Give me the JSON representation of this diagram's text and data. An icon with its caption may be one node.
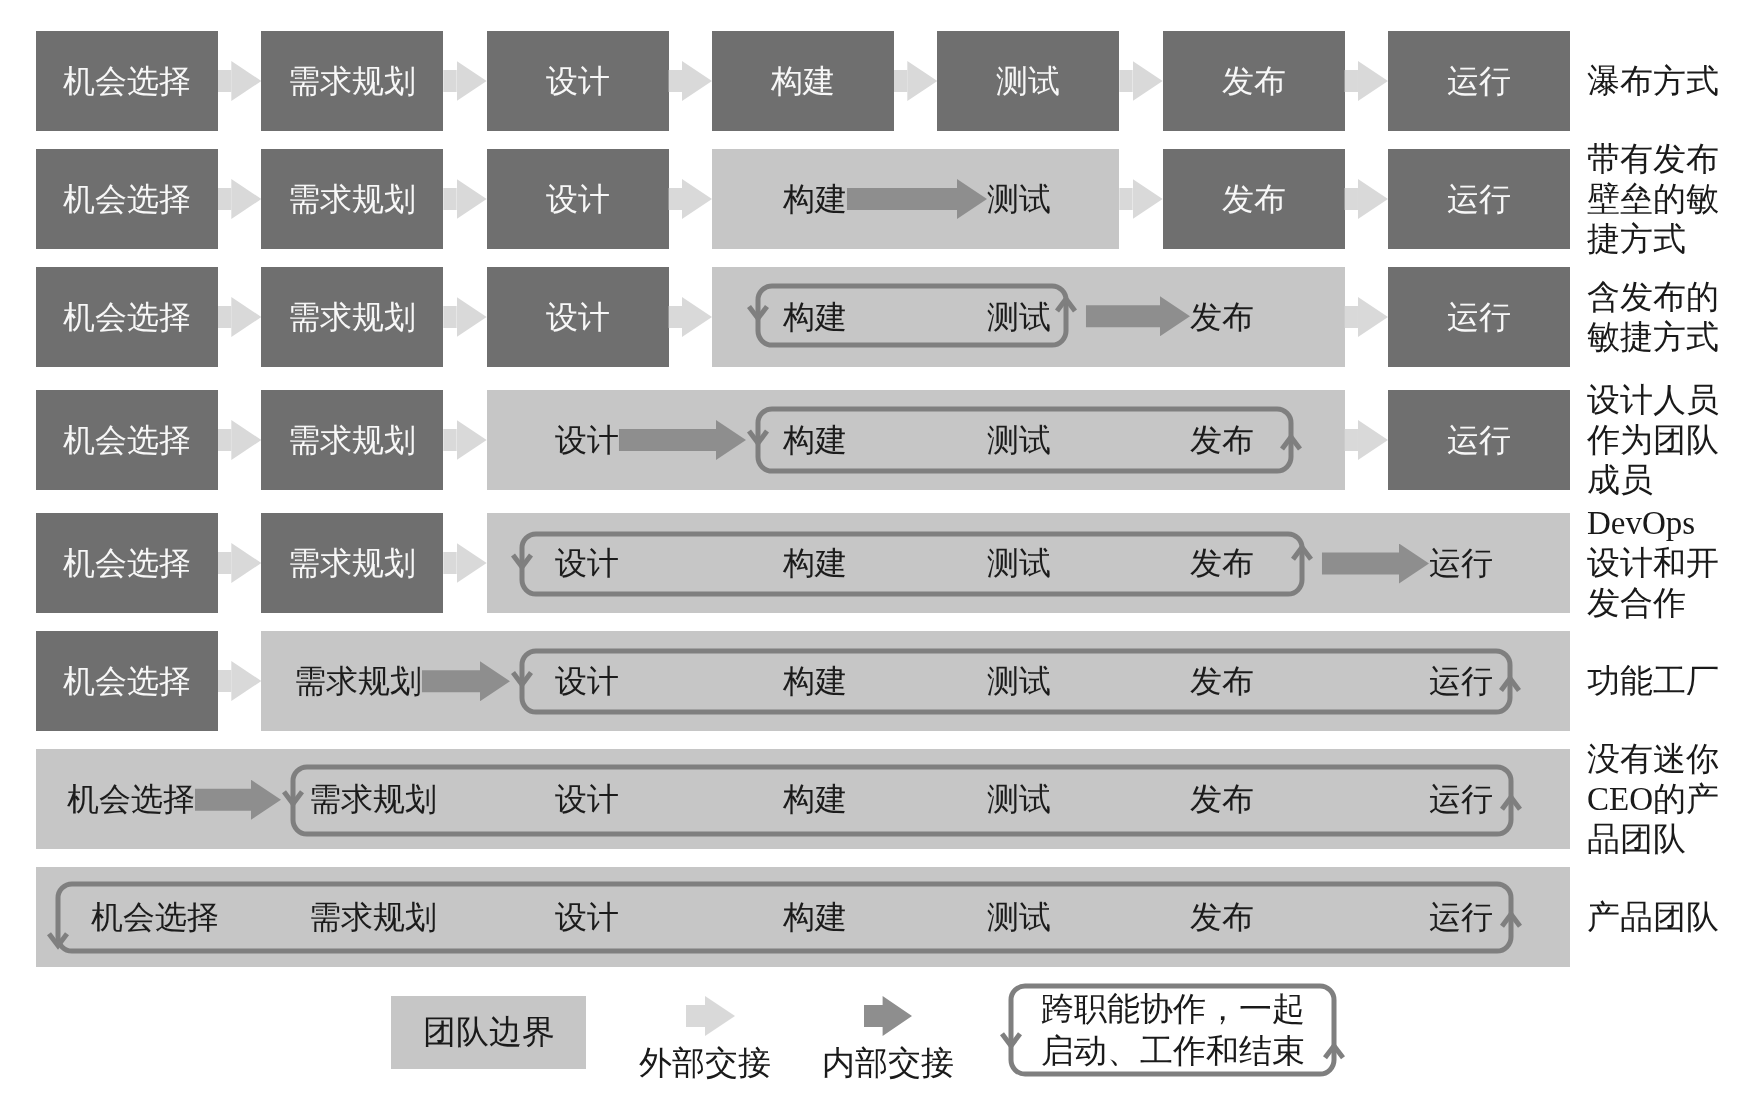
{
  "diagram": {
    "nodes": [
      {
        "text": [
          "机会选择"
        ]
      },
      {
        "text": [
          "需求规划"
        ]
      },
      {
        "text": [
          "设计"
        ]
      },
      {
        "text": [
          "构建"
        ]
      },
      {
        "text": [
          "测试"
        ]
      },
      {
        "text": [
          "发布"
        ]
      },
      {
        "text": [
          "运行"
        ]
      },
      {
        "text": [
          "机会选择"
        ]
      },
      {
        "text": [
          "需求规划"
        ]
      },
      {
        "text": [
          "设计"
        ]
      },
      {
        "text": [],
        "shape": "band"
      },
      {
        "text": [
          "构建"
        ],
        "in": 10
      },
      {
        "text": [
          "测试"
        ],
        "in": 10
      },
      {
        "text": [
          "发布"
        ]
      },
      {
        "text": [
          "运行"
        ]
      },
      {
        "text": [
          "机会选择"
        ]
      },
      {
        "text": [
          "需求规划"
        ]
      },
      {
        "text": [
          "设计"
        ]
      },
      {
        "text": [],
        "shape": "band"
      },
      {
        "text": [],
        "shape": "loop",
        "in": 18
      },
      {
        "text": [
          "构建"
        ],
        "in": 19
      },
      {
        "text": [
          "测试"
        ],
        "in": 19
      },
      {
        "text": [
          "发布"
        ],
        "in": 18
      },
      {
        "text": [
          "运行"
        ]
      },
      {
        "text": [
          "机会选择"
        ]
      },
      {
        "text": [
          "需求规划"
        ]
      },
      {
        "text": [],
        "shape": "band"
      },
      {
        "text": [
          "设计"
        ],
        "in": 26
      },
      {
        "text": [],
        "shape": "loop",
        "in": 26
      },
      {
        "text": [
          "构建"
        ],
        "in": 28
      },
      {
        "text": [
          "测试"
        ],
        "in": 28
      },
      {
        "text": [
          "发布"
        ],
        "in": 28
      },
      {
        "text": [
          "运行"
        ]
      },
      {
        "text": [
          "机会选择"
        ]
      },
      {
        "text": [
          "需求规划"
        ]
      },
      {
        "text": [],
        "shape": "band"
      },
      {
        "text": [],
        "shape": "loop",
        "in": 35
      },
      {
        "text": [
          "设计"
        ],
        "in": 36
      },
      {
        "text": [
          "构建"
        ],
        "in": 36
      },
      {
        "text": [
          "测试"
        ],
        "in": 36
      },
      {
        "text": [
          "发布"
        ],
        "in": 36
      },
      {
        "text": [
          "运行"
        ],
        "in": 35
      },
      {
        "text": [
          "机会选择"
        ]
      },
      {
        "text": [],
        "shape": "band"
      },
      {
        "text": [
          "需求规划"
        ],
        "in": 43
      },
      {
        "text": [],
        "shape": "loop",
        "in": 43
      },
      {
        "text": [
          "设计"
        ],
        "in": 45
      },
      {
        "text": [
          "构建"
        ],
        "in": 45
      },
      {
        "text": [
          "测试"
        ],
        "in": 45
      },
      {
        "text": [
          "发布"
        ],
        "in": 45
      },
      {
        "text": [
          "运行"
        ],
        "in": 45
      },
      {
        "text": [],
        "shape": "band"
      },
      {
        "text": [
          "机会选择"
        ],
        "in": 51
      },
      {
        "text": [],
        "shape": "loop",
        "in": 51
      },
      {
        "text": [
          "需求规划"
        ],
        "in": 53
      },
      {
        "text": [
          "设计"
        ],
        "in": 53
      },
      {
        "text": [
          "构建"
        ],
        "in": 53
      },
      {
        "text": [
          "测试"
        ],
        "in": 53
      },
      {
        "text": [
          "发布"
        ],
        "in": 53
      },
      {
        "text": [
          "运行"
        ],
        "in": 53
      },
      {
        "text": [],
        "shape": "band"
      },
      {
        "text": [],
        "shape": "loop",
        "in": 60
      },
      {
        "text": [
          "机会选择"
        ],
        "in": 61
      },
      {
        "text": [
          "需求规划"
        ],
        "in": 61
      },
      {
        "text": [
          "设计"
        ],
        "in": 61
      },
      {
        "text": [
          "构建"
        ],
        "in": 61
      },
      {
        "text": [
          "测试"
        ],
        "in": 61
      },
      {
        "text": [
          "发布"
        ],
        "in": 61
      },
      {
        "text": [
          "运行"
        ],
        "in": 61
      }
    ],
    "edges": [
      {
        "from": 0,
        "to": 1,
        "arrow": "to"
      },
      {
        "from": 1,
        "to": 2,
        "arrow": "to"
      },
      {
        "from": 2,
        "to": 3,
        "arrow": "to"
      },
      {
        "from": 3,
        "to": 4,
        "arrow": "to"
      },
      {
        "from": 4,
        "to": 5,
        "arrow": "to"
      },
      {
        "from": 5,
        "to": 6,
        "arrow": "to"
      },
      {
        "from": 7,
        "to": 8,
        "arrow": "to"
      },
      {
        "from": 8,
        "to": 9,
        "arrow": "to"
      },
      {
        "from": 9,
        "to": 10,
        "arrow": "to"
      },
      {
        "from": 11,
        "to": 12,
        "arrow": "to",
        "color": "#8e8e8e"
      },
      {
        "from": 10,
        "to": 13,
        "arrow": "to"
      },
      {
        "from": 13,
        "to": 14,
        "arrow": "to"
      },
      {
        "from": 15,
        "to": 16,
        "arrow": "to"
      },
      {
        "from": 16,
        "to": 17,
        "arrow": "to"
      },
      {
        "from": 17,
        "to": 18,
        "arrow": "to"
      },
      {
        "from": 19,
        "to": 22,
        "arrow": "to",
        "color": "#8e8e8e"
      },
      {
        "from": 18,
        "to": 23,
        "arrow": "to"
      },
      {
        "from": 24,
        "to": 25,
        "arrow": "to"
      },
      {
        "from": 25,
        "to": 26,
        "arrow": "to"
      },
      {
        "from": 27,
        "to": 28,
        "arrow": "to",
        "color": "#8e8e8e"
      },
      {
        "from": 26,
        "to": 32,
        "arrow": "to"
      },
      {
        "from": 33,
        "to": 34,
        "arrow": "to"
      },
      {
        "from": 34,
        "to": 35,
        "arrow": "to"
      },
      {
        "from": 36,
        "to": 41,
        "arrow": "to",
        "color": "#8e8e8e"
      },
      {
        "from": 42,
        "to": 43,
        "arrow": "to"
      },
      {
        "from": 44,
        "to": 45,
        "arrow": "to",
        "color": "#8e8e8e"
      },
      {
        "from": 52,
        "to": 53,
        "arrow": "to",
        "color": "#8e8e8e"
      }
    ],
    "labels": [
      "瀑布方式",
      "带有发布壁垒的敏捷方式",
      "含发布的敏捷方式",
      "设计人员作为团队成员",
      "DevOps设计和开发合作",
      "功能工厂",
      "没有迷你CEO的产品团队",
      "产品团队"
    ],
    "legend": [
      {
        "text": "团队边界",
        "color": "#c6c6c6"
      },
      {
        "text": "外部交接"
      },
      {
        "text": "内部交接"
      },
      {
        "text": "跨职能协作，一起启动、工作和结束"
      }
    ]
  }
}
